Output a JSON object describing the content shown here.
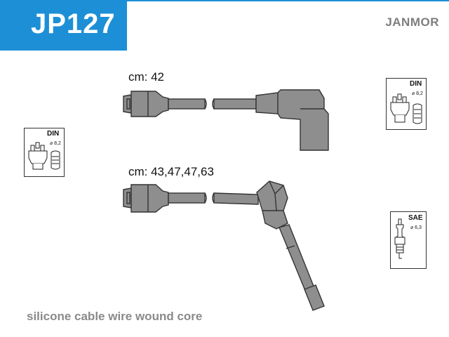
{
  "header": {
    "part_number": "JP127",
    "brand": "JANMOR",
    "accent_color": "#1d8fd6"
  },
  "cables": [
    {
      "lengths_label": "cm: 42"
    },
    {
      "lengths_label": "cm: 43,47,47,63"
    }
  ],
  "badges": {
    "distributor_left": {
      "standard": "DIN",
      "diameter": "⌀ 8,2",
      "icon": "distributor-cap-icon"
    },
    "coil_right": {
      "standard": "DIN",
      "diameter": "⌀ 8,2",
      "icon": "distributor-cap-icon"
    },
    "spark_plug": {
      "standard": "SAE",
      "diameter": "⌀ 6,3",
      "icon": "spark-plug-icon"
    }
  },
  "footer": {
    "description": "silicone cable wire wound core"
  }
}
